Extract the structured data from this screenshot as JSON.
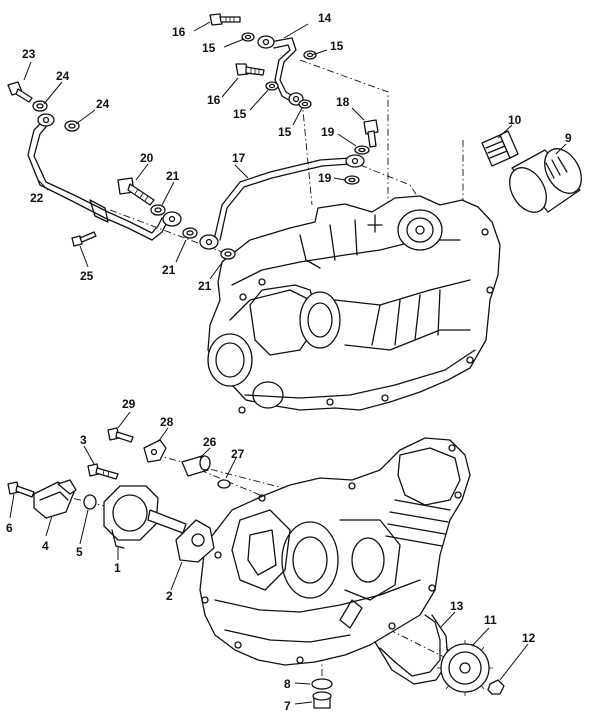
{
  "labels": [
    {
      "id": "c1",
      "text": "16"
    },
    {
      "id": "c2",
      "text": "14"
    },
    {
      "id": "c3",
      "text": "15"
    },
    {
      "id": "c4",
      "text": "15"
    },
    {
      "id": "c5",
      "text": "23"
    },
    {
      "id": "c6",
      "text": "24"
    },
    {
      "id": "c7",
      "text": "24"
    },
    {
      "id": "c8",
      "text": "16"
    },
    {
      "id": "c9",
      "text": "15"
    },
    {
      "id": "c10",
      "text": "15"
    },
    {
      "id": "c11",
      "text": "18"
    },
    {
      "id": "c12",
      "text": "19"
    },
    {
      "id": "c13",
      "text": "10"
    },
    {
      "id": "c14",
      "text": "9"
    },
    {
      "id": "c15",
      "text": "20"
    },
    {
      "id": "c16",
      "text": "17"
    },
    {
      "id": "c17",
      "text": "21"
    },
    {
      "id": "c18",
      "text": "19"
    },
    {
      "id": "c19",
      "text": "22"
    },
    {
      "id": "c20",
      "text": "21"
    },
    {
      "id": "c21",
      "text": "25"
    },
    {
      "id": "c22",
      "text": "21"
    },
    {
      "id": "c23",
      "text": "29"
    },
    {
      "id": "c24",
      "text": "28"
    },
    {
      "id": "c25",
      "text": "3"
    },
    {
      "id": "c26",
      "text": "26"
    },
    {
      "id": "c27",
      "text": "27"
    },
    {
      "id": "c28",
      "text": "6"
    },
    {
      "id": "c29",
      "text": "4"
    },
    {
      "id": "c30",
      "text": "5"
    },
    {
      "id": "c31",
      "text": "1"
    },
    {
      "id": "c32",
      "text": "2"
    },
    {
      "id": "c33",
      "text": "13"
    },
    {
      "id": "c34",
      "text": "11"
    },
    {
      "id": "c35",
      "text": "12"
    },
    {
      "id": "c36",
      "text": "8"
    },
    {
      "id": "c37",
      "text": "7"
    }
  ]
}
